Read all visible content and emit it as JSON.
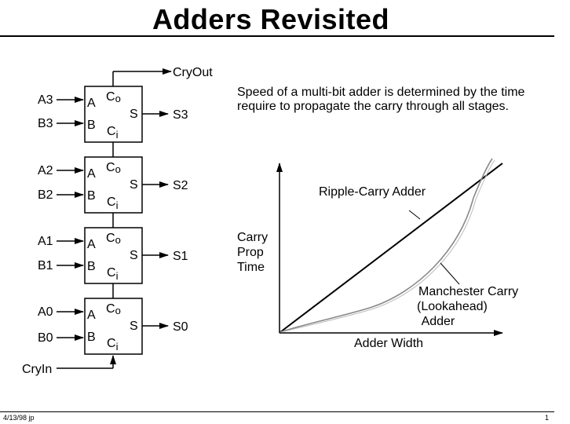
{
  "title": "Adders Revisited",
  "description": "Speed of a multi-bit adder is determined by the time require to propagate the carry through all stages.",
  "cells": [
    {
      "a": "A3",
      "b": "B3",
      "s": "S3",
      "pin_a": "A",
      "pin_b": "B",
      "pin_co": "C",
      "pin_co_sub": "o",
      "pin_ci": "C",
      "pin_ci_sub": "i",
      "pin_s": "S"
    },
    {
      "a": "A2",
      "b": "B2",
      "s": "S2",
      "pin_a": "A",
      "pin_b": "B",
      "pin_co": "C",
      "pin_co_sub": "o",
      "pin_ci": "C",
      "pin_ci_sub": "i",
      "pin_s": "S"
    },
    {
      "a": "A1",
      "b": "B1",
      "s": "S1",
      "pin_a": "A",
      "pin_b": "B",
      "pin_co": "C",
      "pin_co_sub": "o",
      "pin_ci": "C",
      "pin_ci_sub": "i",
      "pin_s": "S"
    },
    {
      "a": "A0",
      "b": "B0",
      "s": "S0",
      "pin_a": "A",
      "pin_b": "B",
      "pin_co": "C",
      "pin_co_sub": "o",
      "pin_ci": "C",
      "pin_ci_sub": "i",
      "pin_s": "S"
    }
  ],
  "carry_out": "CryOut",
  "carry_in": "CryIn",
  "graph": {
    "x_label": "Adder Width",
    "y_label_lines": [
      "Carry",
      "Prop",
      "Time"
    ],
    "ripple_label": "Ripple-Carry Adder",
    "manchester_label_lines": [
      "Manchester Carry",
      "(Lookahead)",
      " Adder"
    ]
  },
  "footer": {
    "left": "4/13/98 jp",
    "right": "1"
  }
}
